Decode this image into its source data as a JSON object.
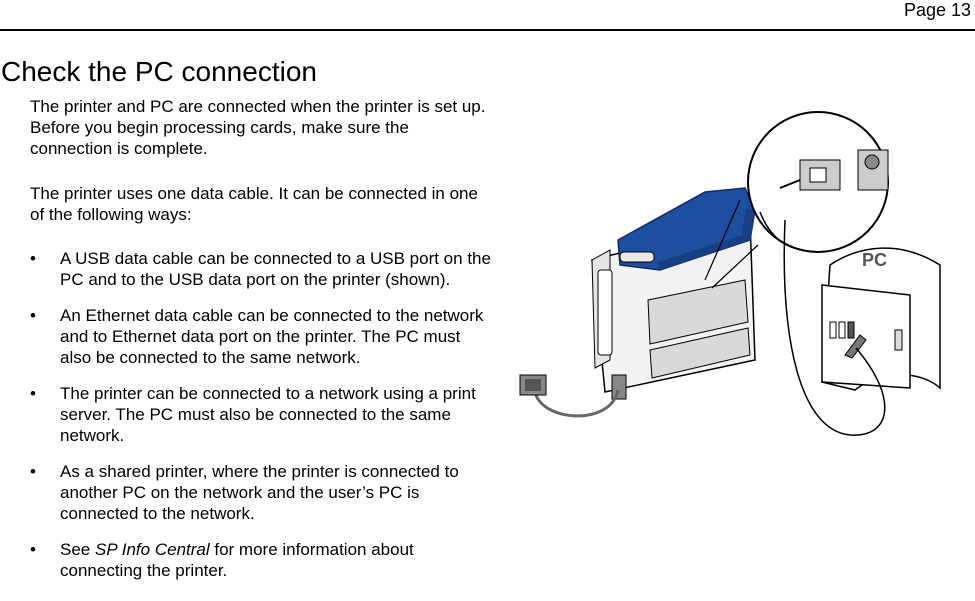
{
  "header": {
    "page_label": "Page 13"
  },
  "section": {
    "title": "Check the PC connection"
  },
  "intro": {
    "p1": "The printer and PC are connected when the printer is set up. Before you begin processing cards, make sure the connection is complete.",
    "p2": "The printer uses one data cable. It can be connected in one of the following ways:"
  },
  "bullets": [
    {
      "marker": "•",
      "text": "A USB data cable can be connected to a USB port on the PC and to the USB data port on the printer (shown)."
    },
    {
      "marker": "•",
      "text": "An Ethernet data cable can be connected to the network and to Ethernet data port on the printer. The PC must also be connected to the same network."
    },
    {
      "marker": "•",
      "text": "The printer can be connected to a network using a print server. The PC must also be connected to the same network."
    },
    {
      "marker": "•",
      "text": "As a shared printer, where the printer is connected to another PC on the network and the user’s PC is connected to the network."
    },
    {
      "marker": "•",
      "text_before": "See ",
      "text_italic": "SP Info Central",
      "text_after": " for more information about connecting the printer."
    }
  ],
  "illustration": {
    "pc_label": "PC",
    "printer_color": "#1d4fa0"
  }
}
